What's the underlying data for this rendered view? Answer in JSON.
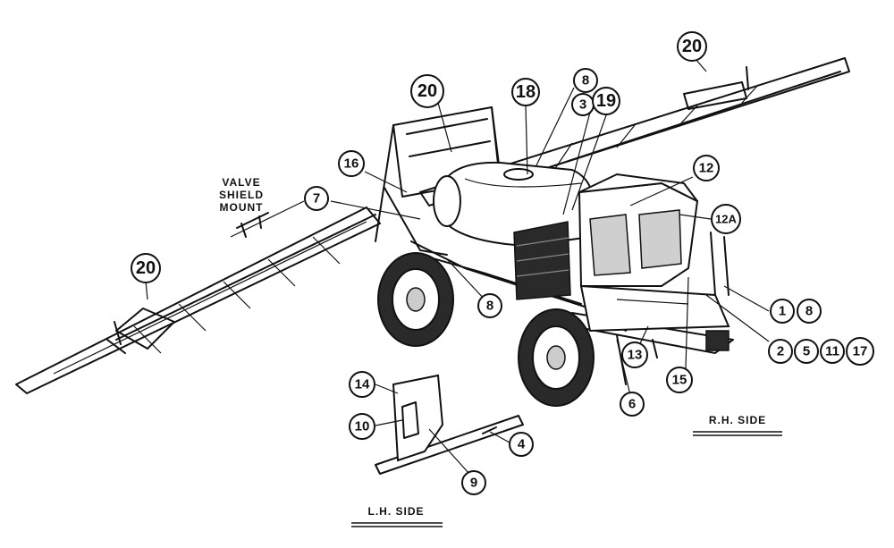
{
  "callouts": {
    "c20_top": "20",
    "c20_frame": "20",
    "c20_left": "20",
    "c18": "18",
    "c8_top": "8",
    "c3": "3",
    "c19": "19",
    "c16": "16",
    "c7": "7",
    "c12": "12",
    "c12a": "12A",
    "c1": "1",
    "c8_right": "8",
    "c8_mid": "8",
    "c2": "2",
    "c5": "5",
    "c11": "11",
    "c17": "17",
    "c13": "13",
    "c15": "15",
    "c6": "6",
    "c14": "14",
    "c10": "10",
    "c9": "9",
    "c4": "4"
  },
  "labels": {
    "valve_line1": "VALVE",
    "valve_line2": "SHIELD",
    "valve_line3": "MOUNT",
    "rh_side": "R.H. SIDE",
    "lh_side": "L.H. SIDE"
  }
}
